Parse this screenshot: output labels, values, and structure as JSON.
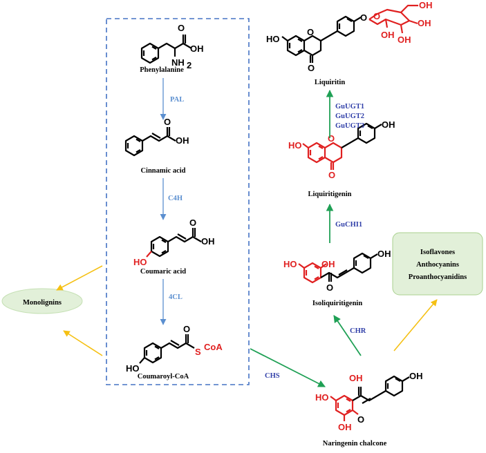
{
  "colors": {
    "dashed_box": "#4472C4",
    "blue_arrow": "#5B8FD0",
    "green_arrow": "#1FA055",
    "orange_arrow": "#F5C013",
    "enzyme_text": "#2F3EA8",
    "red_moiety": "#E02020",
    "green_box_fill": "#E2F0D9",
    "green_box_stroke": "#A9D18E"
  },
  "compounds": {
    "phenylalanine": "Phenylalanine",
    "cinnamic_acid": "Cinnamic acid",
    "coumaric_acid": "Coumaric acid",
    "coumaroyl_coa": "Coumaroyl-CoA",
    "naringenin_chalcone": "Naringenin chalcone",
    "isoliquiritigenin": "Isoliquiritigenin",
    "liquiritigenin": "Liquiritigenin",
    "liquiritin": "Liquiritin"
  },
  "enzymes": {
    "pal": "PAL",
    "c4h": "C4H",
    "cl4": "4CL",
    "chs": "CHS",
    "chr": "CHR",
    "guchi1": "GuCHI1",
    "ugt": [
      "GuUGT1",
      "GuUGT2",
      "GuUGT3"
    ]
  },
  "branches": {
    "monolignins": "Monolignins",
    "flavonoid_products": [
      "Isoflavones",
      "Anthocyanins",
      "Proanthocyanidins"
    ]
  },
  "atoms": {
    "oh": "OH",
    "nh2": "NH",
    "nh2_sub": "2",
    "o": "O",
    "ho": "HO",
    "coa": "CoA",
    "s": "S"
  }
}
